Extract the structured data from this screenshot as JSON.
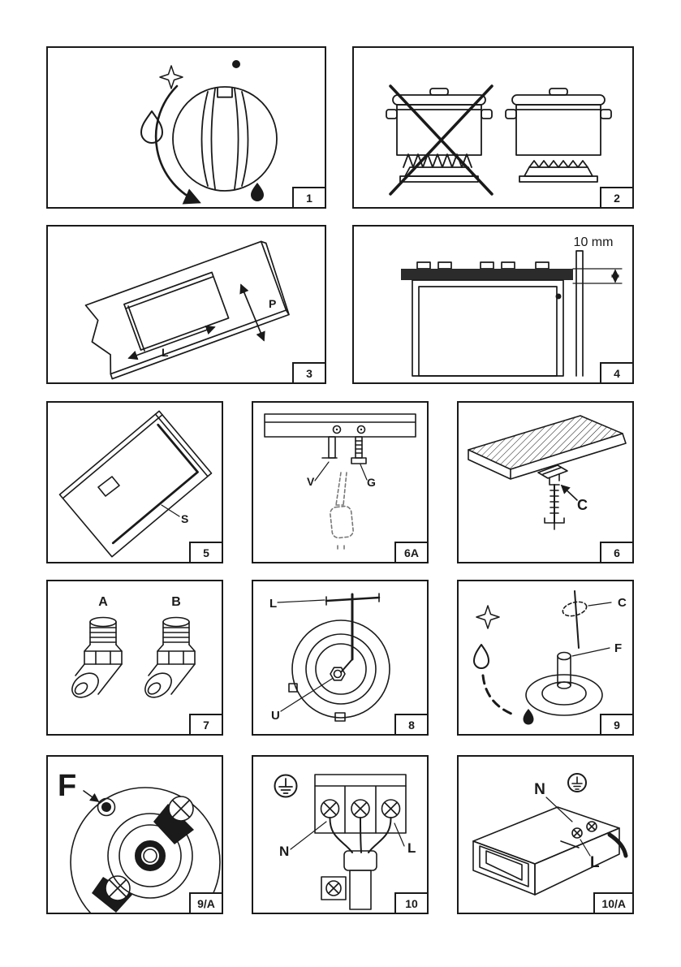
{
  "page": {
    "background": "#ffffff",
    "line_color": "#1a1a1a"
  },
  "figures": {
    "knob": {
      "number": "1"
    },
    "pots": {
      "number": "2"
    },
    "cutout": {
      "number": "3",
      "labels": {
        "width": "L",
        "depth": "P"
      }
    },
    "clearance": {
      "number": "4",
      "labels": {
        "gap": "10 mm"
      }
    },
    "seal": {
      "number": "5",
      "labels": {
        "seal_strip": "S"
      }
    },
    "bracket": {
      "number": "6A",
      "labels": {
        "screw": "V",
        "hook": "G"
      }
    },
    "clamp": {
      "number": "6",
      "labels": {
        "clamp": "C"
      }
    },
    "fittings": {
      "number": "7",
      "labels": {
        "type_a": "A",
        "type_b": "B"
      }
    },
    "burner": {
      "number": "8",
      "labels": {
        "plug": "L",
        "nut": "U"
      }
    },
    "lighting": {
      "number": "9",
      "labels": {
        "lighter": "C",
        "burner_cup": "F"
      }
    },
    "injector": {
      "number": "9/A",
      "labels": {
        "injector": "F"
      }
    },
    "terminal": {
      "number": "10",
      "labels": {
        "neutral": "N",
        "live": "L"
      }
    },
    "cable": {
      "number": "10/A",
      "labels": {
        "neutral": "N",
        "live": "L"
      }
    }
  }
}
